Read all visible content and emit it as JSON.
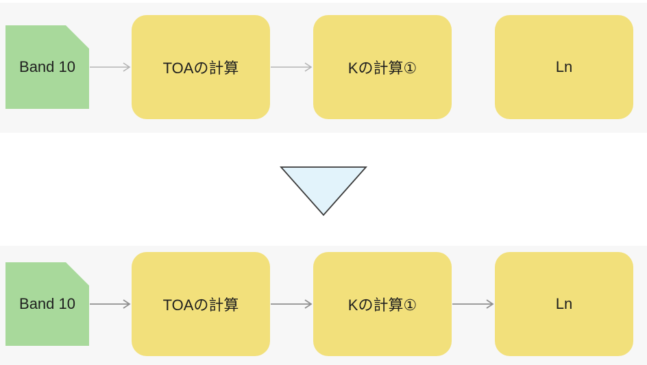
{
  "colors": {
    "panel_bg": "#f7f7f7",
    "source_fill": "#a8d99b",
    "process_fill": "#f2e07b",
    "edge_before": "#b3b3b3",
    "edge_after": "#8f8f8f",
    "transition_fill": "#e2f3fb",
    "transition_stroke": "#3a3a3a"
  },
  "before": {
    "source": {
      "label": "Band 10"
    },
    "nodes": [
      {
        "label": "TOAの計算"
      },
      {
        "label": "Kの計算①"
      },
      {
        "label": "Ln"
      }
    ],
    "edges": [
      {
        "from": "Band 10",
        "to": "TOAの計算"
      },
      {
        "from": "TOAの計算",
        "to": "Kの計算①"
      }
    ]
  },
  "after": {
    "source": {
      "label": "Band 10"
    },
    "nodes": [
      {
        "label": "TOAの計算"
      },
      {
        "label": "Kの計算①"
      },
      {
        "label": "Ln"
      }
    ],
    "edges": [
      {
        "from": "Band 10",
        "to": "TOAの計算"
      },
      {
        "from": "TOAの計算",
        "to": "Kの計算①"
      },
      {
        "from": "Kの計算①",
        "to": "Ln"
      }
    ]
  },
  "transition": {
    "icon": "down-triangle-icon"
  }
}
